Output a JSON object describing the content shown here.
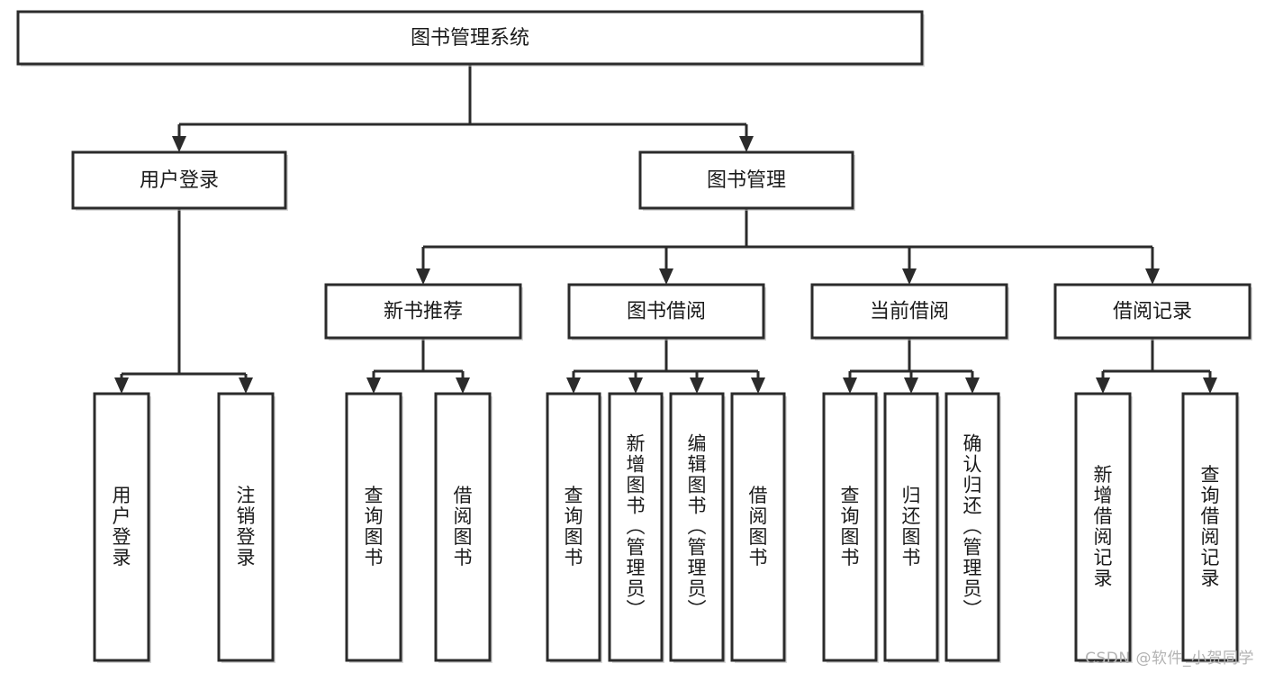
{
  "diagram": {
    "title": "图书管理系统",
    "type": "tree",
    "orientation": "top-down",
    "colors": {
      "box_stroke": "#2b2b2b",
      "box_fill": "#ffffff",
      "connector": "#2b2b2b",
      "background": "#ffffff",
      "watermark": "#b3b3b3"
    },
    "nodes": {
      "root": {
        "label": "图书管理系统",
        "level": 0,
        "text_orientation": "horizontal"
      },
      "l1": [
        {
          "id": "user-login",
          "label": "用户登录",
          "level": 1,
          "text_orientation": "horizontal"
        },
        {
          "id": "book-manage",
          "label": "图书管理",
          "level": 1,
          "text_orientation": "horizontal"
        }
      ],
      "l2": [
        {
          "id": "new-book-recommend",
          "label": "新书推荐",
          "level": 2,
          "parent": "book-manage",
          "text_orientation": "horizontal"
        },
        {
          "id": "book-borrow",
          "label": "图书借阅",
          "level": 2,
          "parent": "book-manage",
          "text_orientation": "horizontal"
        },
        {
          "id": "current-borrow",
          "label": "当前借阅",
          "level": 2,
          "parent": "book-manage",
          "text_orientation": "horizontal"
        },
        {
          "id": "borrow-record",
          "label": "借阅记录",
          "level": 2,
          "parent": "book-manage",
          "text_orientation": "horizontal"
        }
      ],
      "leaves": [
        {
          "id": "leaf-user-login",
          "label": "用户登录",
          "parent": "user-login",
          "text_orientation": "vertical"
        },
        {
          "id": "leaf-logout-login",
          "label": "注销登录",
          "parent": "user-login",
          "text_orientation": "vertical"
        },
        {
          "id": "leaf-query-book-1",
          "label": "查询图书",
          "parent": "new-book-recommend",
          "text_orientation": "vertical"
        },
        {
          "id": "leaf-borrow-book-1",
          "label": "借阅图书",
          "parent": "new-book-recommend",
          "text_orientation": "vertical"
        },
        {
          "id": "leaf-query-book-2",
          "label": "查询图书",
          "parent": "book-borrow",
          "text_orientation": "vertical"
        },
        {
          "id": "leaf-add-book-admin",
          "label": "新增图书（管理员）",
          "parent": "book-borrow",
          "text_orientation": "vertical"
        },
        {
          "id": "leaf-edit-book-admin",
          "label": "编辑图书（管理员）",
          "parent": "book-borrow",
          "text_orientation": "vertical"
        },
        {
          "id": "leaf-borrow-book-2",
          "label": "借阅图书",
          "parent": "book-borrow",
          "text_orientation": "vertical"
        },
        {
          "id": "leaf-query-book-3",
          "label": "查询图书",
          "parent": "current-borrow",
          "text_orientation": "vertical"
        },
        {
          "id": "leaf-return-book",
          "label": "归还图书",
          "parent": "current-borrow",
          "text_orientation": "vertical"
        },
        {
          "id": "leaf-confirm-return-admin",
          "label": "确认归还（管理员）",
          "parent": "current-borrow",
          "text_orientation": "vertical"
        },
        {
          "id": "leaf-add-borrow-record",
          "label": "新增借阅记录",
          "parent": "borrow-record",
          "text_orientation": "vertical"
        },
        {
          "id": "leaf-query-borrow-record",
          "label": "查询借阅记录",
          "parent": "borrow-record",
          "text_orientation": "vertical"
        }
      ]
    },
    "edges": [
      {
        "from": "图书管理系统",
        "to": "用户登录"
      },
      {
        "from": "图书管理系统",
        "to": "图书管理"
      },
      {
        "from": "用户登录",
        "to": "用户登录"
      },
      {
        "from": "用户登录",
        "to": "注销登录"
      },
      {
        "from": "图书管理",
        "to": "新书推荐"
      },
      {
        "from": "图书管理",
        "to": "图书借阅"
      },
      {
        "from": "图书管理",
        "to": "当前借阅"
      },
      {
        "from": "图书管理",
        "to": "借阅记录"
      },
      {
        "from": "新书推荐",
        "to": "查询图书"
      },
      {
        "from": "新书推荐",
        "to": "借阅图书"
      },
      {
        "from": "图书借阅",
        "to": "查询图书"
      },
      {
        "from": "图书借阅",
        "to": "新增图书（管理员）"
      },
      {
        "from": "图书借阅",
        "to": "编辑图书（管理员）"
      },
      {
        "from": "图书借阅",
        "to": "借阅图书"
      },
      {
        "from": "当前借阅",
        "to": "查询图书"
      },
      {
        "from": "当前借阅",
        "to": "归还图书"
      },
      {
        "from": "当前借阅",
        "to": "确认归还（管理员）"
      },
      {
        "from": "借阅记录",
        "to": "新增借阅记录"
      },
      {
        "from": "借阅记录",
        "to": "查询借阅记录"
      }
    ]
  },
  "watermark": {
    "text": "CSDN @软件_小贺同学"
  }
}
